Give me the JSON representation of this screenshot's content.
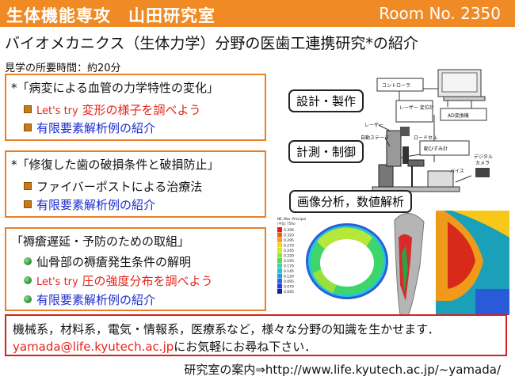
{
  "header": {
    "lab": "生体機能専攻　山田研究室",
    "room": "Room No. 2350"
  },
  "title": "バイオメカニクス（生体力学）分野の医歯工連携研究*の紹介",
  "visit_time": "見学の所要時間：約20分",
  "sections": [
    {
      "head": "*「病変による血管の力学特性の変化」",
      "items": [
        {
          "lets": "Let's try",
          "text": " 変形の様子を調べよう",
          "color": "red"
        },
        {
          "text": "有限要素解析例の紹介",
          "color": "blue"
        }
      ]
    },
    {
      "head": "*「修復した歯の破損条件と破損防止」",
      "items": [
        {
          "text": "ファイバーポストによる治療法",
          "color": "dark"
        },
        {
          "text": "有限要素解析例の紹介",
          "color": "blue"
        }
      ]
    },
    {
      "head": "「褥瘡遅延・予防のための取組」",
      "items": [
        {
          "text": "仙骨部の褥瘡発生条件の解明",
          "color": "dark"
        },
        {
          "lets": "Let's try",
          "text": " 圧の強度分布を調べよう",
          "color": "red"
        },
        {
          "text": "有限要素解析例の紹介",
          "color": "blue"
        }
      ]
    }
  ],
  "tags": {
    "design": "設計・製作",
    "measure": "計測・制御",
    "analysis": "画像分析，数値解析"
  },
  "diagram_labels": {
    "controller": "コントローラ",
    "laser_unit": "レーザー 変位計",
    "ad": "AD変換機",
    "laser": "レーザー",
    "stage": "自動ステージ",
    "loadcell": "ロードセル",
    "strain": "動ひずみ計",
    "vise": "バイス",
    "camera": "デジタル カメラ"
  },
  "legend": {
    "title": "NE, Max. Principal (平均: 75%)",
    "values": [
      "0.356",
      "0.320",
      "0.295",
      "0.270",
      "0.245",
      "0.220",
      "0.195",
      "0.170",
      "0.145",
      "0.120",
      "0.095",
      "0.070",
      "0.045"
    ]
  },
  "footer": {
    "line1": "機械系，材料系，電気・情報系，医療系など，様々な分野の知識を生かせます．",
    "email": "yamada@life.kyutech.ac.jp",
    "line2_suffix": "にお気軽にお尋ね下さい．",
    "url": "研究室の案内⇒http://www.life.kyutech.ac.jp/~yamada/"
  },
  "colors": {
    "orange": "#f08a24",
    "red": "#e8231a",
    "blue": "#1b2bd0"
  }
}
